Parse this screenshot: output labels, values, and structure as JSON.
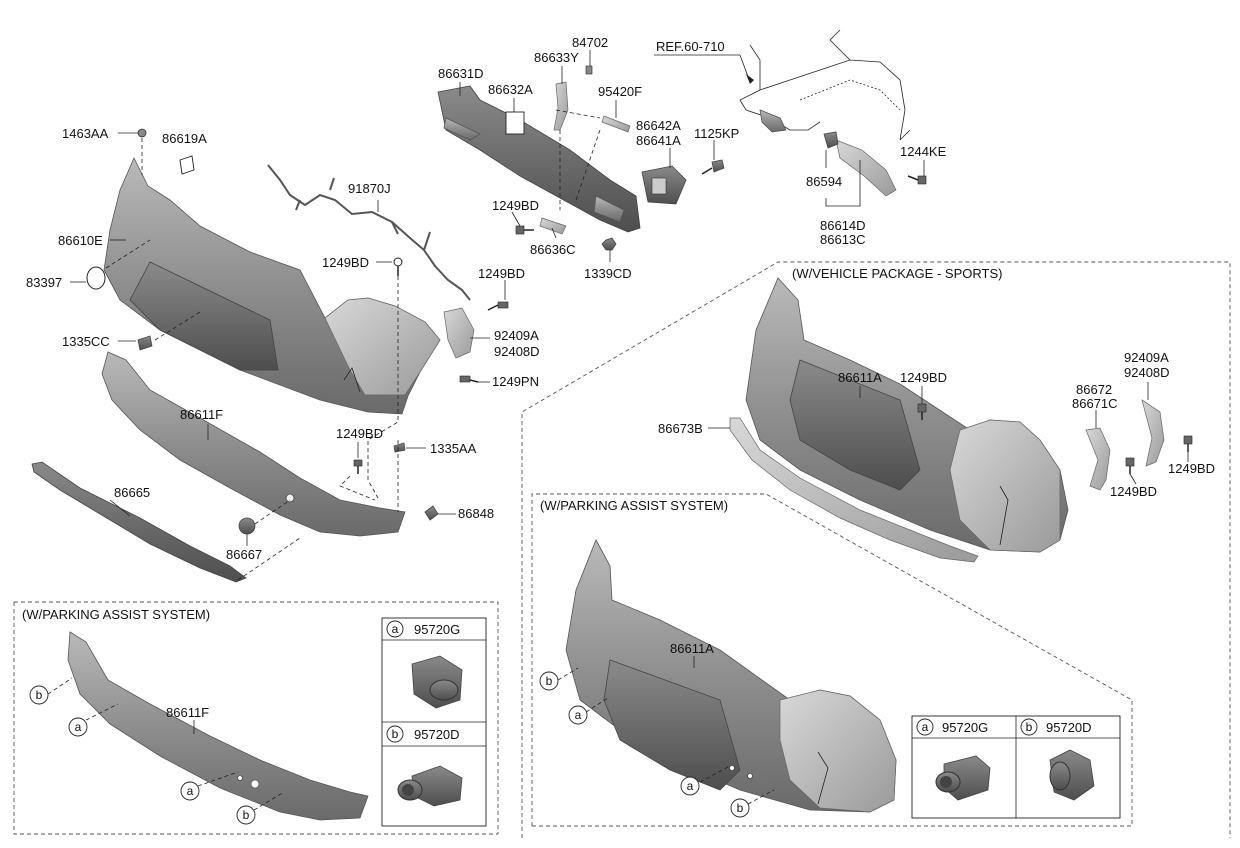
{
  "labels": {
    "l_1463AA": "1463AA",
    "l_86619A": "86619A",
    "l_86610E": "86610E",
    "l_83397": "83397",
    "l_1335CC": "1335CC",
    "l_86611F_top": "86611F",
    "l_86665": "86665",
    "l_86667": "86667",
    "l_91870J": "91870J",
    "l_1249BD_a": "1249BD",
    "l_1249BD_b": "1249BD",
    "l_92409A_a": "92409A",
    "l_92408D_a": "92408D",
    "l_1249PN": "1249PN",
    "l_1249BD_c": "1249BD",
    "l_1335AA": "1335AA",
    "l_86848": "86848",
    "l_86631D": "86631D",
    "l_86632A": "86632A",
    "l_86633Y": "86633Y",
    "l_84702": "84702",
    "l_95420F": "95420F",
    "l_86642A": "86642A",
    "l_86641A": "86641A",
    "l_1125KP": "1125KP",
    "l_1249BD_d": "1249BD",
    "l_86636C": "86636C",
    "l_1339CD": "1339CD",
    "l_ref": "REF.60-710",
    "l_86594": "86594",
    "l_1244KE": "1244KE",
    "l_86614D": "86614D",
    "l_86613C": "86613C",
    "l_86611A_sp": "86611A",
    "l_1249BD_e": "1249BD",
    "l_86673B": "86673B",
    "l_86672": "86672",
    "l_86671C": "86671C",
    "l_92409A_b": "92409A",
    "l_92408D_b": "92408D",
    "l_1249BD_f": "1249BD",
    "l_1249BD_g": "1249BD",
    "l_86611F_pas": "86611F",
    "l_86611A_pas": "86611A"
  },
  "sections": {
    "sports": "(W/VEHICLE PACKAGE - SPORTS)",
    "pas_left": "(W/PARKING ASSIST SYSTEM)",
    "pas_right": "(W/PARKING ASSIST SYSTEM)"
  },
  "sensor_tables": {
    "left": [
      {
        "letter": "a",
        "code": "95720G"
      },
      {
        "letter": "b",
        "code": "95720D"
      }
    ],
    "right": [
      {
        "letter": "a",
        "code": "95720G"
      },
      {
        "letter": "b",
        "code": "95720D"
      }
    ]
  },
  "callouts": {
    "a": "a",
    "b": "b"
  }
}
